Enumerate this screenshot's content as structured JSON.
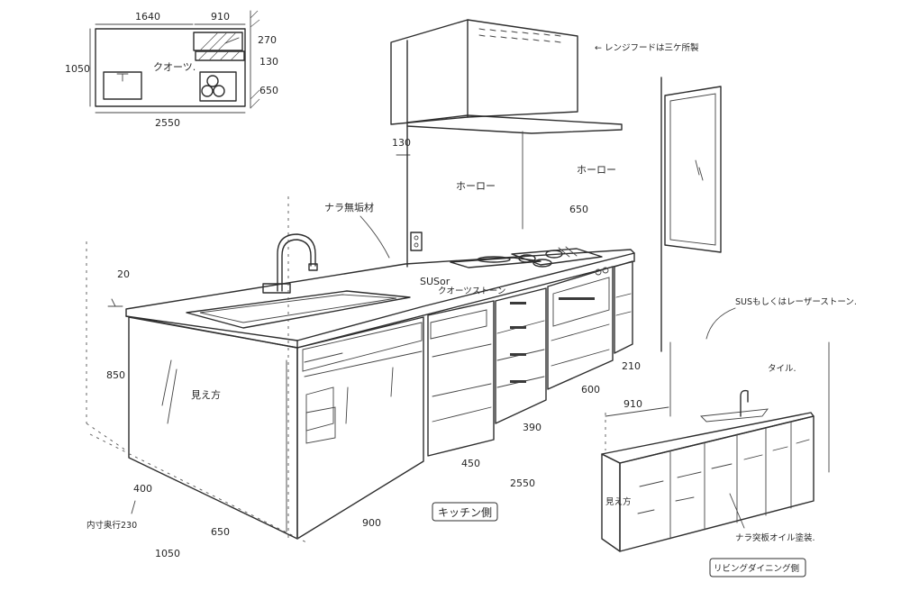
{
  "plan": {
    "dim_top_left": "1640",
    "dim_top_right": "910",
    "dim_left": "1050",
    "dim_bottom": "2550",
    "dim_r1": "270",
    "dim_r2": "130",
    "dim_r3": "650",
    "label_quartz": "クオーツ."
  },
  "hood": {
    "note": "← レンジフードは三ケ所製",
    "dim_gap": "130",
    "wall_left": "ホーロー",
    "wall_right": "ホーロー",
    "dim_wall": "650"
  },
  "main": {
    "nara_board": "ナラ無垢材",
    "counter_mat": "SUSor",
    "counter_mat2": "クオーツストーン",
    "dim_20": "20",
    "dim_height": "850",
    "side_label": "見え方",
    "dim_210": "210",
    "dim_600": "600",
    "dim_390": "390",
    "dim_450": "450",
    "dim_2550": "2550",
    "dim_400": "400",
    "dim_inner": "内寸奥行230",
    "dim_650": "650",
    "dim_1050": "1050",
    "dim_900": "900",
    "caption": "キッチン側"
  },
  "back": {
    "material": "SUSもしくはレーザーストーン.",
    "tile": "タイル.",
    "dim_910": "910",
    "side": "見え方",
    "nara_oil": "ナラ突板オイル塗装.",
    "caption": "リビングダイニング側"
  }
}
